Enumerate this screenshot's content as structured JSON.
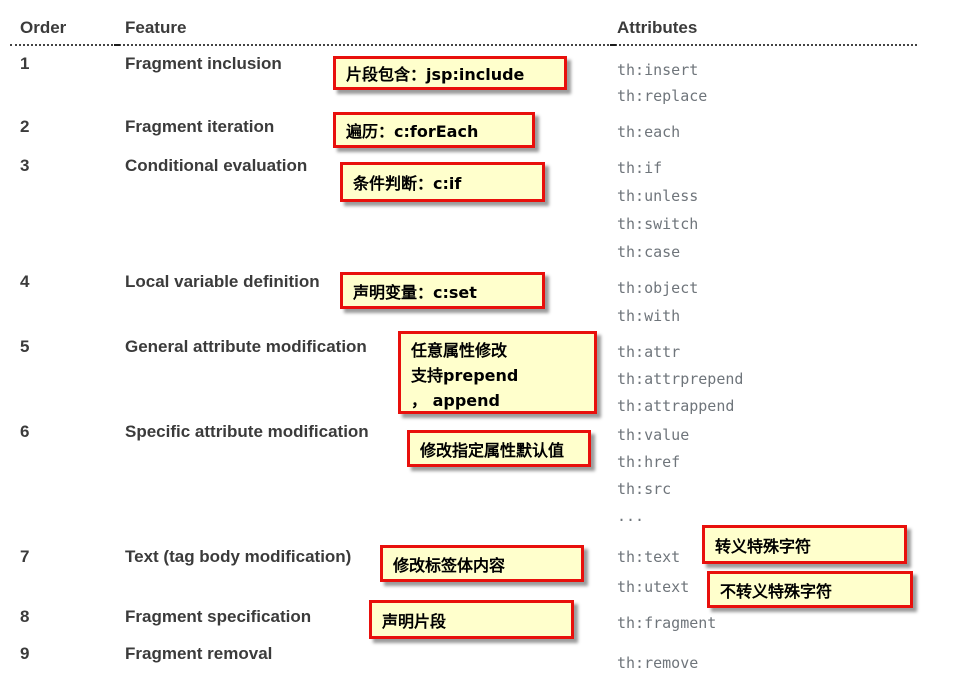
{
  "table": {
    "headers": {
      "order": "Order",
      "feature": "Feature",
      "attributes": "Attributes"
    },
    "rows": [
      {
        "order": "1",
        "feature": "Fragment inclusion",
        "attributes": [
          "th:insert",
          "th:replace"
        ]
      },
      {
        "order": "2",
        "feature": "Fragment iteration",
        "attributes": [
          "th:each"
        ]
      },
      {
        "order": "3",
        "feature": "Conditional evaluation",
        "attributes": [
          "th:if",
          "th:unless",
          "th:switch",
          "th:case"
        ]
      },
      {
        "order": "4",
        "feature": "Local variable definition",
        "attributes": [
          "th:object",
          "th:with"
        ]
      },
      {
        "order": "5",
        "feature": "General attribute modification",
        "attributes": [
          "th:attr",
          "th:attrprepend",
          "th:attrappend"
        ]
      },
      {
        "order": "6",
        "feature": "Specific attribute modification",
        "attributes": [
          "th:value",
          "th:href",
          "th:src",
          "..."
        ]
      },
      {
        "order": "7",
        "feature": "Text (tag body modification)",
        "attributes": [
          "th:text",
          "th:utext"
        ]
      },
      {
        "order": "8",
        "feature": "Fragment specification",
        "attributes": [
          "th:fragment"
        ]
      },
      {
        "order": "9",
        "feature": "Fragment removal",
        "attributes": [
          "th:remove"
        ]
      }
    ]
  },
  "annotations": {
    "fragment_inclusion": "片段包含：jsp:include",
    "fragment_iteration": "遍历：c:forEach",
    "conditional_evaluation": "条件判断：c:if",
    "local_variable": "声明变量：c:set",
    "general_attribute": {
      "lines": [
        "任意属性修改",
        "支持prepend",
        "， append"
      ]
    },
    "specific_attribute": "修改指定属性默认值",
    "text_body": "修改标签体内容",
    "fragment_specification": "声明片段",
    "escaped_text": "转义特殊字符",
    "unescaped_text": "不转义特殊字符"
  },
  "colors": {
    "annotation_background": "#ffffcc",
    "annotation_border": "#e8100c",
    "attribute_text": "#6f757b",
    "heading_text": "#3b3b3b"
  }
}
